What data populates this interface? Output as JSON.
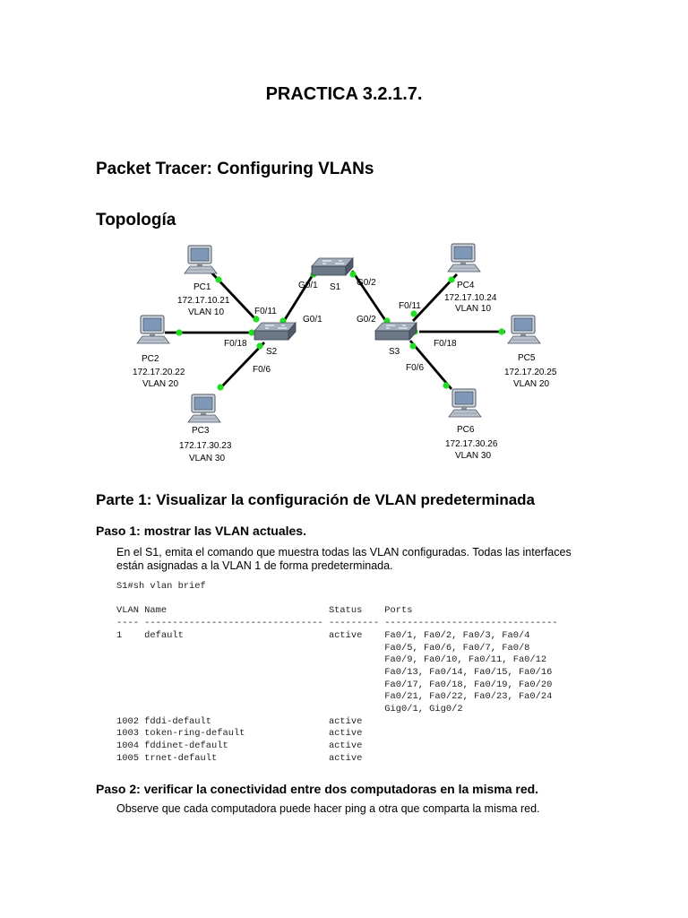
{
  "doc_title": "PRACTICA 3.2.1.7.",
  "heading": "Packet Tracer: Configuring VLANs",
  "topology_heading": "Topología",
  "topology": {
    "switches": [
      {
        "name": "S1"
      },
      {
        "name": "S2"
      },
      {
        "name": "S3"
      }
    ],
    "pcs": [
      {
        "name": "PC1",
        "ip": "172.17.10.21",
        "vlan": "VLAN 10"
      },
      {
        "name": "PC2",
        "ip": "172.17.20.22",
        "vlan": "VLAN 20"
      },
      {
        "name": "PC3",
        "ip": "172.17.30.23",
        "vlan": "VLAN 30"
      },
      {
        "name": "PC4",
        "ip": "172.17.10.24",
        "vlan": "VLAN 10"
      },
      {
        "name": "PC5",
        "ip": "172.17.20.25",
        "vlan": "VLAN 20"
      },
      {
        "name": "PC6",
        "ip": "172.17.30.26",
        "vlan": "VLAN 30"
      }
    ],
    "ports": [
      "G0/1",
      "G0/2",
      "F0/11",
      "G0/1",
      "F0/18",
      "F0/6",
      "F0/11",
      "G0/2",
      "F0/18",
      "F0/6"
    ]
  },
  "part1": {
    "title": "Parte 1: Visualizar la configuración de VLAN predeterminada",
    "step1": {
      "title": "Paso 1:  mostrar las VLAN actuales.",
      "text": "En el S1, emita el comando que muestra todas las VLAN configuradas. Todas las interfaces están asignadas a la VLAN 1 de forma predeterminada."
    },
    "cli_output": [
      "S1#sh vlan brief",
      "",
      "VLAN Name                             Status    Ports",
      "---- -------------------------------- --------- -------------------------------",
      "1    default                          active    Fa0/1, Fa0/2, Fa0/3, Fa0/4",
      "                                                Fa0/5, Fa0/6, Fa0/7, Fa0/8",
      "                                                Fa0/9, Fa0/10, Fa0/11, Fa0/12",
      "                                                Fa0/13, Fa0/14, Fa0/15, Fa0/16",
      "                                                Fa0/17, Fa0/18, Fa0/19, Fa0/20",
      "                                                Fa0/21, Fa0/22, Fa0/23, Fa0/24",
      "                                                Gig0/1, Gig0/2",
      "1002 fddi-default                     active",
      "1003 token-ring-default               active",
      "1004 fddinet-default                  active",
      "1005 trnet-default                    active"
    ],
    "step2": {
      "title": "Paso 2:  verificar la conectividad entre dos computadoras en la misma red.",
      "text": "Observe que cada computadora puede hacer ping a otra que comparta la misma red."
    }
  }
}
